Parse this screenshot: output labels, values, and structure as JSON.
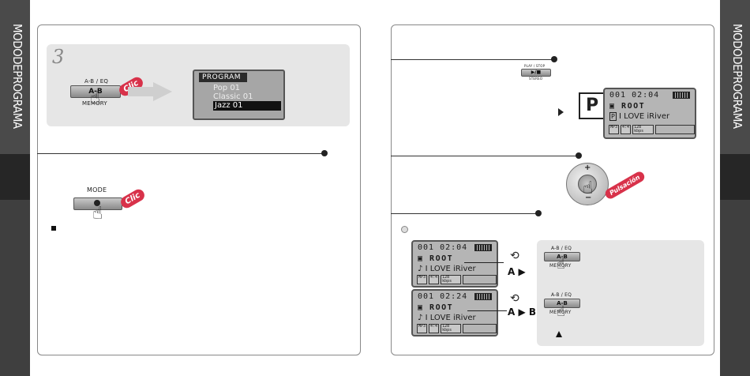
{
  "side_title": "MODODEPROGRAMA",
  "left": {
    "step_number": "3",
    "ab_eq_label": "A-B / EQ",
    "ab_button": "A-B",
    "memory_label": "MEMORY",
    "clic": "Clic",
    "program_menu": {
      "header": "PROGRAM",
      "items": [
        "Pop 01",
        "Classic 01",
        "Jazz 01"
      ]
    },
    "mode_label": "MODE",
    "clic2": "Clic"
  },
  "right": {
    "play_stop_label": "PLAY / STOP",
    "play_button": "▶/■",
    "stereo_label": "STEREO",
    "p_icon": "P",
    "lcd_main": {
      "line1": "001 02:04",
      "line2": "ROOT",
      "line3": "I LOVE iRiver",
      "badges": [
        "MP3",
        "4:4",
        "128 kbps"
      ]
    },
    "dial_plus": "+",
    "dial_minus": "−",
    "pulsacion": "Pulsación",
    "lcd_a": {
      "line1": "001 02:04",
      "line2": "ROOT",
      "line3": "I LOVE iRiver",
      "badges": [
        "MP3",
        "4:4",
        "128 kbps"
      ]
    },
    "lcd_b": {
      "line1": "001 02:24",
      "line2": "ROOT",
      "line3": "I LOVE iRiver",
      "badges": [
        "MP3",
        "4:4",
        "128 kbps"
      ]
    },
    "ab_text_a": "A ▶",
    "ab_text_b": "A ▶ B",
    "ab_eq_label": "A-B / EQ",
    "ab_button": "A-B",
    "memory_label": "MEMORY"
  }
}
